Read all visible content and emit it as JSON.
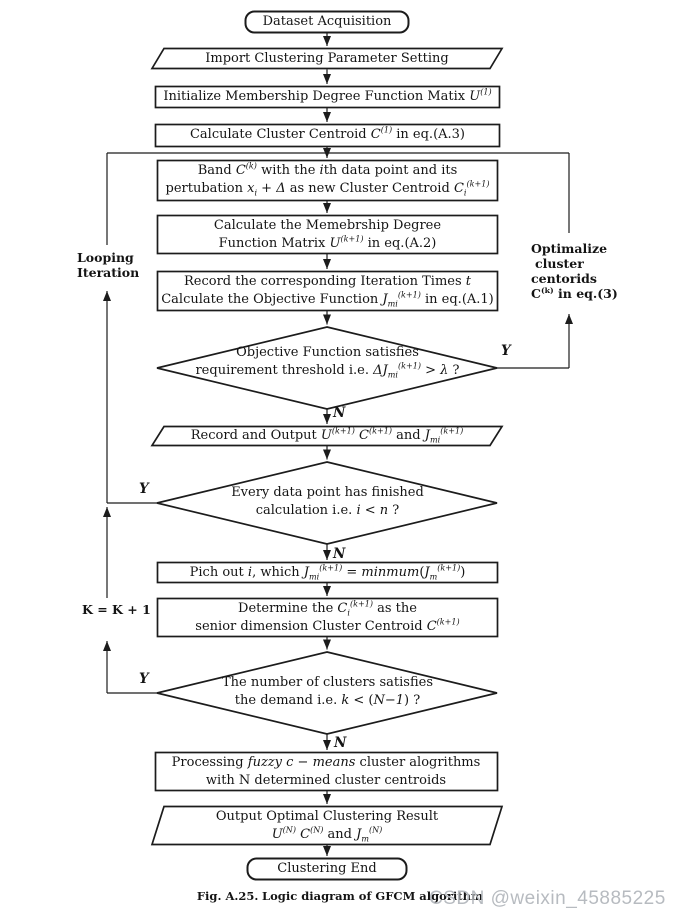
{
  "figure": {
    "caption_prefix": "Fig. A.25.",
    "caption_text": "Logic diagram of GFCM algorithm",
    "watermark": "CSDN @weixin_45885225"
  },
  "colors": {
    "line": "#1c1c1c",
    "text": "#141414",
    "watermark": "#b7bbc0",
    "background": "#ffffff"
  },
  "branch": {
    "yes": "Y",
    "no": "N"
  },
  "side_labels": {
    "looping_line1": "Looping",
    "looping_line2": "Iteration",
    "k_update": "K = K + 1",
    "opt_line1": "Optimalize",
    "opt_line2": "cluster",
    "opt_line3": "centorids",
    "opt_line4": "C<sup>(k)</sup> in eq.(3)"
  },
  "nodes": {
    "start": {
      "label": "Dataset Acquisition"
    },
    "import_params": {
      "label": "Import Clustering Parameter Setting"
    },
    "init_membership": {
      "label": "Initialize Membership Degree Function Matix <i>U</i><sup><i>(1)</i></sup>"
    },
    "calc_centroid": {
      "label": "Calculate Cluster Centroid <i>C</i><sup><i>(1)</i></sup> in eq.(A.3)"
    },
    "band": {
      "line1": "Band <i>C</i><sup><i>(k)</i></sup> with the <i>i</i>th data point and its",
      "line2": "pertubation <i>x</i><sub><i>i</i></sub> + <i>Δ</i> as new Cluster Centroid <i>C</i><sub><i>i</i></sub><sup><i>(k+1)</i></sup>"
    },
    "calc_membership": {
      "line1": "Calculate the Memebrship Degree",
      "line2": "Function Matrix <i>U</i><sup><i>(k+1)</i></sup> in eq.(A.2)"
    },
    "record_iteration": {
      "line1": "Record the corresponding Iteration Times <i>t</i>",
      "line2": "Calculate the Objective Function <i>J</i><sub><i>mi</i></sub><sup><i>(k+1)</i></sup> in eq.(A.1)"
    },
    "objective_check": {
      "line1": "Objective Function satisfies",
      "line2": "requirement threshold i.e. <i>ΔJ</i><sub><i>mi</i></sub><sup><i>(k+1)</i></sup> &gt; <i>λ</i> ?"
    },
    "record_output": {
      "label": "Record and Output <i>U</i><sup><i>(k+1)</i></sup> <i>C</i><sup><i>(k+1)</i></sup> and <i>J</i><sub><i>mi</i></sub><sup><i>(k+1)</i></sup>"
    },
    "datapoint_check": {
      "line1": "Every data point has finished",
      "line2": "calculation i.e. <i>i</i> &lt; <i>n</i> ?"
    },
    "pick_i": {
      "label": "Pich out <i>i</i>, which <i>J</i><sub><i>mi</i></sub><sup><i>(k+1)</i></sup> = <i>minmum</i>(<i>J</i><sub><i>m</i></sub><sup><i>(k+1)</i></sup>)"
    },
    "determine_centroid": {
      "line1": "Determine the <i>C</i><sub><i>i</i></sub><sup><i>(k+1)</i></sup> as the",
      "line2": "senior dimension Cluster Centroid <i>C</i><sup><i>(k+1)</i></sup>"
    },
    "cluster_count_check": {
      "line1": "The number of clusters satisfies",
      "line2": "the demand i.e. <i>k</i> &lt; (<i>N</i>−<i>1</i>) ?"
    },
    "fcm_processing": {
      "line1": "Processing <i>fuzzy c</i> − <i>means</i> cluster alogrithms",
      "line2": "with N determined cluster centroids"
    },
    "output_result": {
      "line1": "Output Optimal Clustering Result",
      "line2": "<i>U</i><sup><i>(N)</i></sup> <i>C</i><sup><i>(N)</i></sup> and <i>J</i><sub><i>m</i></sub><sup><i>(N)</i></sup>"
    },
    "end": {
      "label": "Clustering End"
    }
  }
}
